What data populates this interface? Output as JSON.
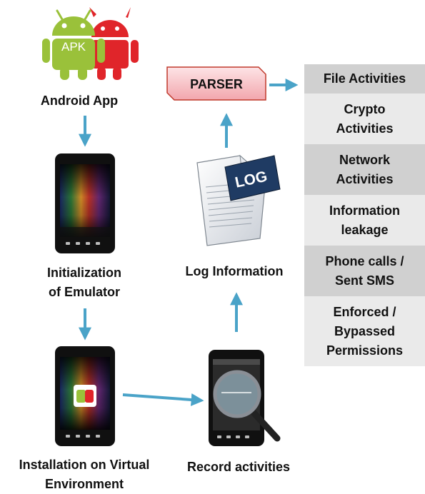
{
  "nodes": {
    "android_app": "Android App",
    "apk_badge": "APK",
    "initialization": [
      "Initialization",
      "of Emulator"
    ],
    "installation": [
      "Installation on Virtual",
      "Environment"
    ],
    "record": "Record activities",
    "log_info": "Log Information",
    "log_badge": "LOG",
    "parser": "PARSER"
  },
  "categories": [
    {
      "lines": [
        "File Activities"
      ],
      "shade": "dark"
    },
    {
      "lines": [
        "Crypto",
        "Activities"
      ],
      "shade": "light"
    },
    {
      "lines": [
        "Network",
        "Activities"
      ],
      "shade": "dark"
    },
    {
      "lines": [
        "Information",
        "leakage"
      ],
      "shade": "light"
    },
    {
      "lines": [
        "Phone calls /",
        "Sent SMS"
      ],
      "shade": "dark"
    },
    {
      "lines": [
        "Enforced /",
        "Bypassed",
        "Permissions"
      ],
      "shade": "light"
    }
  ],
  "colors": {
    "arrow": "#4aa3c8",
    "android_green": "#9ac13a",
    "android_red": "#e0252a",
    "parser_fill": "#f5b9be",
    "parser_border": "#c0392b",
    "log_badge_bg": "#1f3b63"
  }
}
